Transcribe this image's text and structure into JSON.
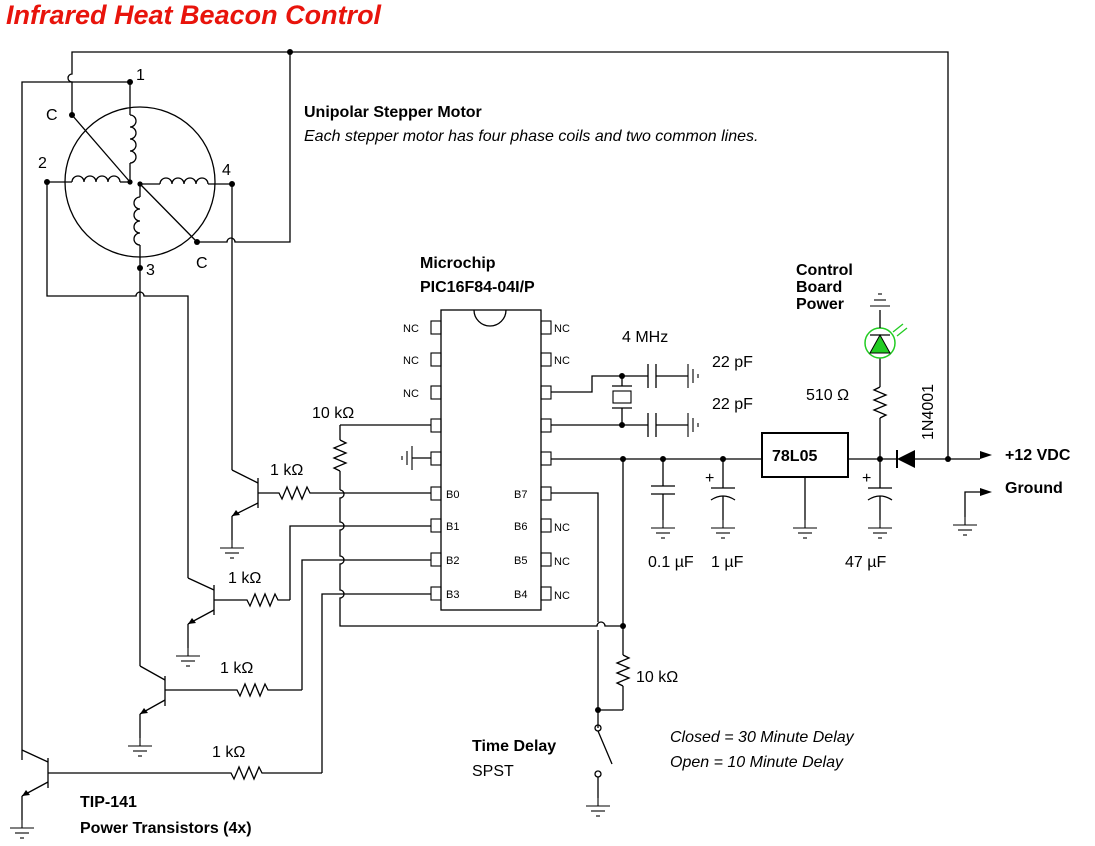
{
  "title": "Infrared Heat Beacon Control",
  "title_color": "#e8140c",
  "led_color": "#22cc22",
  "motor": {
    "heading": "Unipolar Stepper Motor",
    "note": "Each stepper motor has four phase coils and two common lines.",
    "pin1": "1",
    "pin2": "2",
    "pin3": "3",
    "pin4": "4",
    "common_a": "C",
    "common_b": "C"
  },
  "mcu": {
    "heading1": "Microchip",
    "heading2": "PIC16F84-04I/P",
    "nc": "NC",
    "b0": "B0",
    "b1": "B1",
    "b2": "B2",
    "b3": "B3",
    "b4": "B4",
    "b5": "B5",
    "b6": "B6",
    "b7": "B7"
  },
  "crystal": {
    "label": "4 MHz",
    "cap1": "22 pF",
    "cap2": "22 pF"
  },
  "resistors": {
    "pullup": "10 kΩ",
    "base": "1 kΩ",
    "switch_pullup": "10 kΩ",
    "led": "510 Ω"
  },
  "caps": {
    "c1": "0.1 µF",
    "c2": "1 µF",
    "c3": "47 µF"
  },
  "regulator": "78L05",
  "diode": "1N4001",
  "power": {
    "label1": "Control",
    "label2": "Board",
    "label3": "Power"
  },
  "rails": {
    "vcc": "+12 VDC",
    "gnd": "Ground"
  },
  "transistors": {
    "label1": "TIP-141",
    "label2": "Power Transistors (4x)"
  },
  "switch": {
    "label1": "Time Delay",
    "label2": "SPST"
  },
  "delay_note": {
    "closed": "Closed = 30 Minute Delay",
    "open": "Open = 10 Minute Delay"
  }
}
